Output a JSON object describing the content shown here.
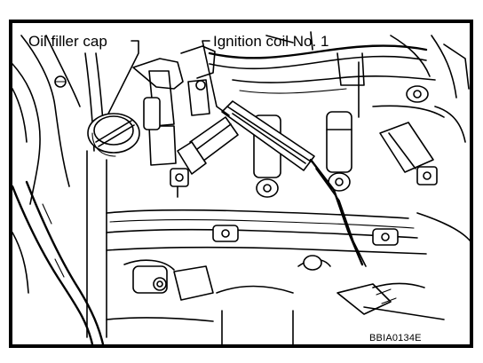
{
  "labels": {
    "oil_filler_cap": "Oil filler cap",
    "ignition_coil": "Ignition coil No. 1",
    "figure_code": "BBIA0134E"
  }
}
